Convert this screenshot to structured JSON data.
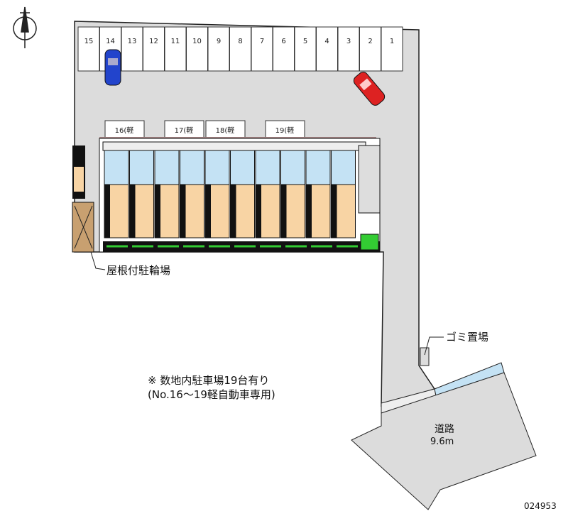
{
  "stalls": [
    "15",
    "14",
    "13",
    "12",
    "11",
    "10",
    "9",
    "8",
    "7",
    "6",
    "5",
    "4",
    "3",
    "2",
    "1"
  ],
  "kei_stalls": [
    "16(軽",
    "17(軽",
    "18(軽",
    "19(軽"
  ],
  "labels": {
    "bike_parking": "屋根付駐輪場",
    "garbage": "ゴミ置場",
    "note_line1": "※ 数地内駐車場19台有り",
    "note_line2": "(No.16～19軽自動車専用)",
    "road_name": "道路",
    "road_width": "9.6m",
    "property_code": "024953"
  },
  "colors": {
    "lot": "#dcdcdc",
    "room": "#f8d4a4",
    "water": "#c4e2f4",
    "green": "#33cc33",
    "car_blue": "#2244cc",
    "car_red": "#dd2222"
  }
}
